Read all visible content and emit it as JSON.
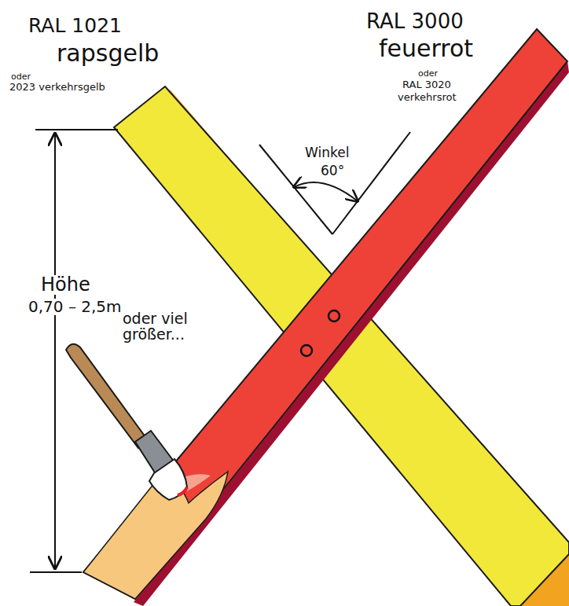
{
  "diagram": {
    "labels": [
      "RAL 1021",
      "rapsgelb",
      "oder",
      "2023 verkehrsgelb",
      "RAL 3000",
      "feuerrot",
      "oder",
      "RAL 3020",
      "verkehrsrot",
      "Winkel",
      "60°",
      "Höhe",
      "0,70 – 2,5m",
      "oder viel größer..."
    ]
  }
}
